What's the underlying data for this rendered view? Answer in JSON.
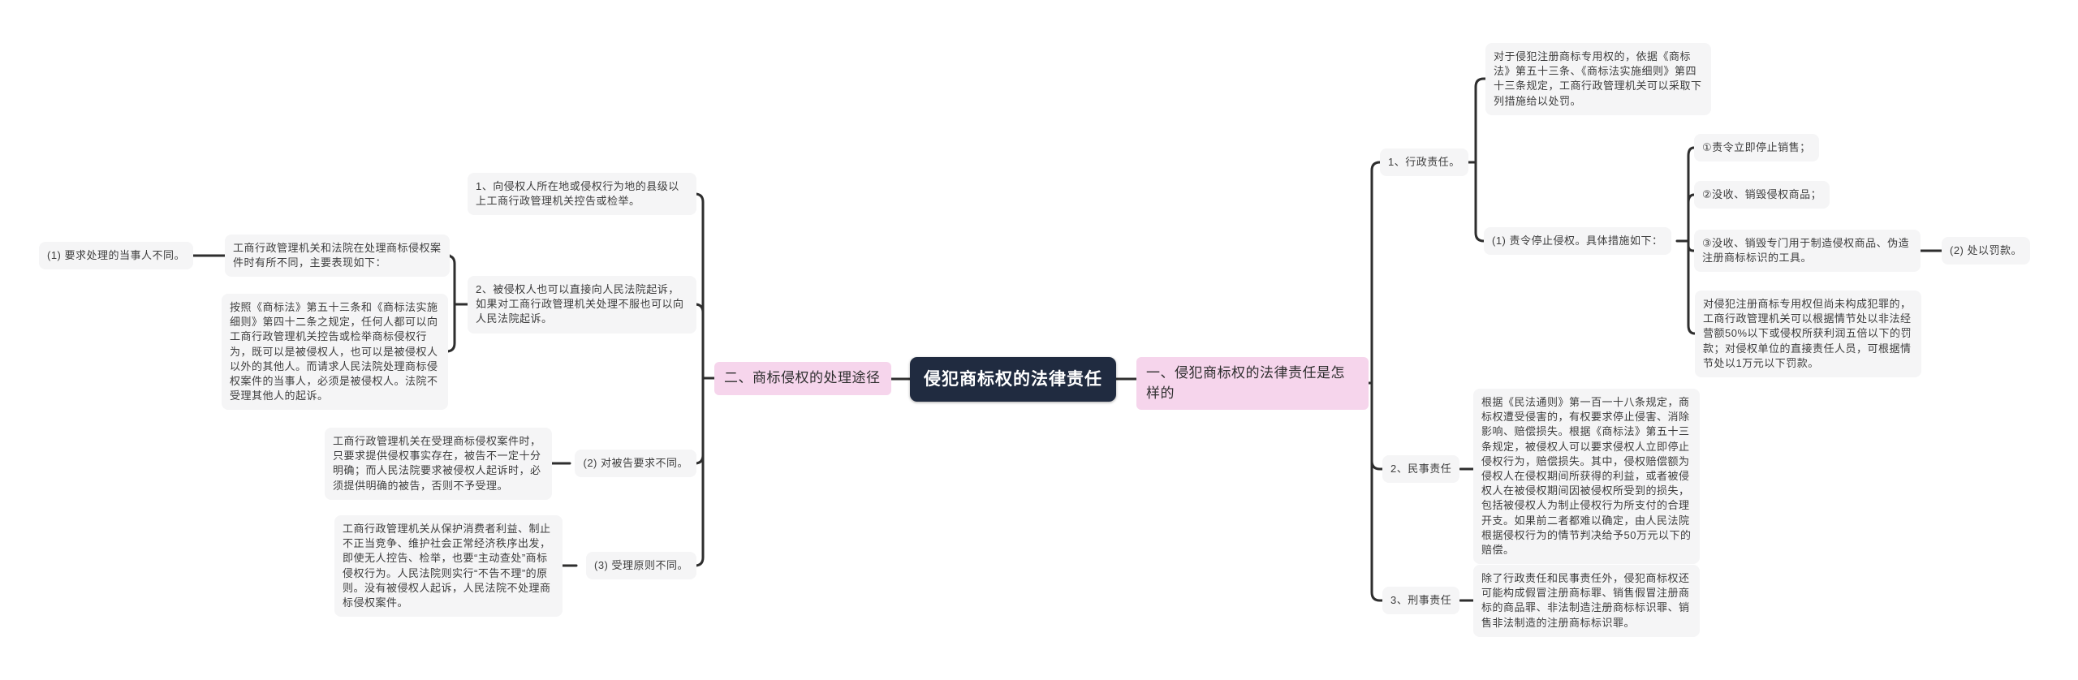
{
  "title": "侵犯商标权的法律责任",
  "colors": {
    "center_bg": "#202b40",
    "center_text": "#ffffff",
    "branch_bg": "#f6d5ec",
    "leaf_bg": "#f5f5f6",
    "line": "#2e2e2e"
  },
  "nodes": {
    "center": "侵犯商标权的法律责任",
    "branch_two": "二、商标侵权的处理途径",
    "branch_one": "一、侵犯商标权的法律责任是怎样的",
    "two_way_1": "1、向侵权人所在地或侵权行为地的县级以上工商行政管理机关控告或检举。",
    "two_way_2": "2、被侵权人也可以直接向人民法院起诉，如果对工商行政管理机关处理不服也可以向人民法院起诉。",
    "diff_intro": "工商行政管理机关和法院在处理商标侵权案件时有所不同，主要表现如下：",
    "diff_1": "(1) 要求处理的当事人不同。",
    "diff_1_detail": "按照《商标法》第五十三条和《商标法实施细则》第四十二条之规定，任何人都可以向工商行政管理机关控告或检举商标侵权行为，既可以是被侵权人，也可以是被侵权人以外的其他人。而请求人民法院处理商标侵权案件的当事人，必须是被侵权人。法院不受理其他人的起诉。",
    "diff_2": "(2) 对被告要求不同。",
    "diff_2_detail": "工商行政管理机关在受理商标侵权案件时，只要求提供侵权事实存在，被告不一定十分明确；而人民法院要求被侵权人起诉时，必须提供明确的被告，否则不予受理。",
    "diff_3": "(3) 受理原则不同。",
    "diff_3_detail": "工商行政管理机关从保护消费者利益、制止不正当竞争、维护社会正常经济秩序出发，即使无人控告、检举，也要“主动查处”商标侵权行为。人民法院则实行“不告不理”的原则。没有被侵权人起诉，人民法院不处理商标侵权案件。",
    "one_admin": "1、行政责任。",
    "admin_intro": "对于侵犯注册商标专用权的，依据《商标法》第五十三条、《商标法实施细则》第四十三条规定，工商行政管理机关可以采取下列措施给以处罚。",
    "admin_stop": "(1) 责令停止侵权。具体措施如下：",
    "admin_measure_1": "①责令立即停止销售；",
    "admin_measure_2": "②没收、销毁侵权商品；",
    "admin_measure_3": "③没收、销毁专门用于制造侵权商品、伪造注册商标标识的工具。",
    "admin_fine": "(2) 处以罚款。",
    "admin_fine_detail": "对侵犯注册商标专用权但尚未构成犯罪的，工商行政管理机关可以根据情节处以非法经营额50%以下或侵权所获利润五倍以下的罚款；对侵权单位的直接责任人员，可根据情节处以1万元以下罚款。",
    "one_civil": "2、民事责任",
    "civil_detail": "根据《民法通则》第一百一十八条规定，商标权遭受侵害的，有权要求停止侵害、消除影响、赔偿损失。根据《商标法》第五十三条规定，被侵权人可以要求侵权人立即停止侵权行为，赔偿损失。其中，侵权赔偿额为侵权人在侵权期间所获得的利益，或者被侵权人在被侵权期间因被侵权所受到的损失，包括被侵权人为制止侵权行为所支付的合理开支。如果前二者都难以确定，由人民法院根据侵权行为的情节判决给予50万元以下的赔偿。",
    "one_criminal": "3、刑事责任",
    "criminal_detail": "除了行政责任和民事责任外，侵犯商标权还可能构成假冒注册商标罪、销售假冒注册商标的商品罪、非法制造注册商标标识罪、销售非法制造的注册商标标识罪。"
  }
}
